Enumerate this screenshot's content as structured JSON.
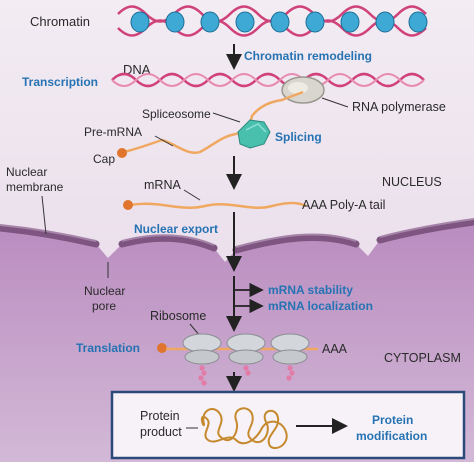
{
  "labels": {
    "chromatin": "Chromatin",
    "dna": "DNA",
    "rna_polymerase": "RNA polymerase",
    "spliceosome": "Spliceosome",
    "pre_mrna": "Pre-mRNA",
    "cap": "Cap",
    "nuclear_membrane_line1": "Nuclear",
    "nuclear_membrane_line2": "membrane",
    "mrna": "mRNA",
    "poly_a_tail": "AAA Poly-A tail",
    "nucleus": "NUCLEUS",
    "nuclear_pore_line1": "Nuclear",
    "nuclear_pore_line2": "pore",
    "ribosome": "Ribosome",
    "aaa": "AAA",
    "cytoplasm": "CYTOPLASM",
    "protein_product_line1": "Protein",
    "protein_product_line2": "product"
  },
  "steps": {
    "chromatin_remodeling": "Chromatin remodeling",
    "transcription": "Transcription",
    "splicing": "Splicing",
    "nuclear_export": "Nuclear export",
    "mrna_stability": "mRNA stability",
    "mrna_localization": "mRNA localization",
    "translation": "Translation",
    "protein_modification_line1": "Protein",
    "protein_modification_line2": "modification"
  },
  "colors": {
    "step_text": "#2673b3",
    "nucleus_bg": "#ede4ee",
    "cytoplasm_bg": "#c49cc9",
    "membrane": "#7e5580",
    "rna_strand": "#f0a860",
    "cap": "#e0762d",
    "dna": "#d0427a",
    "histone": "#3fa9d6",
    "spliceosome": "#49bfae",
    "ribosome": "#c5c8cc",
    "peptide": "#e27ba6",
    "protein": "#c58a2e",
    "box_border": "#2b4a7a"
  }
}
